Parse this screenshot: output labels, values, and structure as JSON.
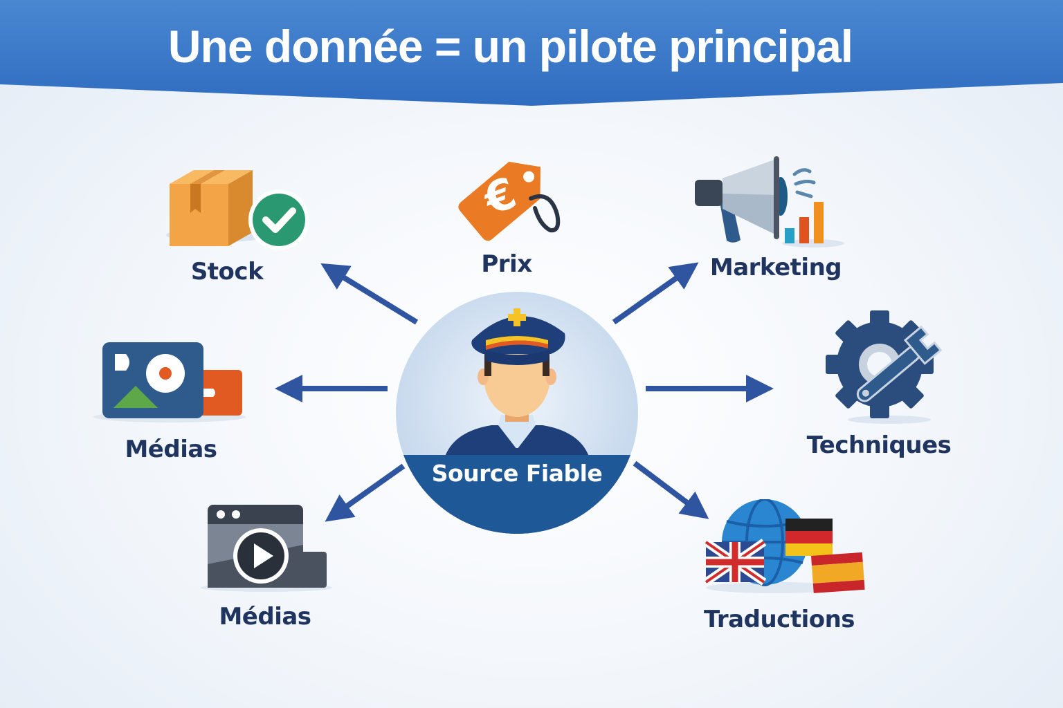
{
  "header": {
    "title": "Une donnée = un pilote principal"
  },
  "hub": {
    "label": "Source Fiable",
    "icon": "pilot-icon"
  },
  "nodes": [
    {
      "id": "stock",
      "label": "Stock",
      "icon": "box-check-icon"
    },
    {
      "id": "prix",
      "label": "Prix",
      "icon": "euro-price-tag-icon"
    },
    {
      "id": "marketing",
      "label": "Marketing",
      "icon": "megaphone-chart-icon"
    },
    {
      "id": "medias-images",
      "label": "Médias",
      "icon": "image-gallery-icon"
    },
    {
      "id": "techniques",
      "label": "Techniques",
      "icon": "gear-wrench-icon"
    },
    {
      "id": "medias-video",
      "label": "Médias",
      "icon": "video-player-icon"
    },
    {
      "id": "traductions",
      "label": "Traductions",
      "icon": "globe-flags-icon"
    }
  ],
  "colors": {
    "banner": "#3f7ecb",
    "arrow": "#2f55a0",
    "label": "#1f3560",
    "hub_band": "#1f5896"
  }
}
